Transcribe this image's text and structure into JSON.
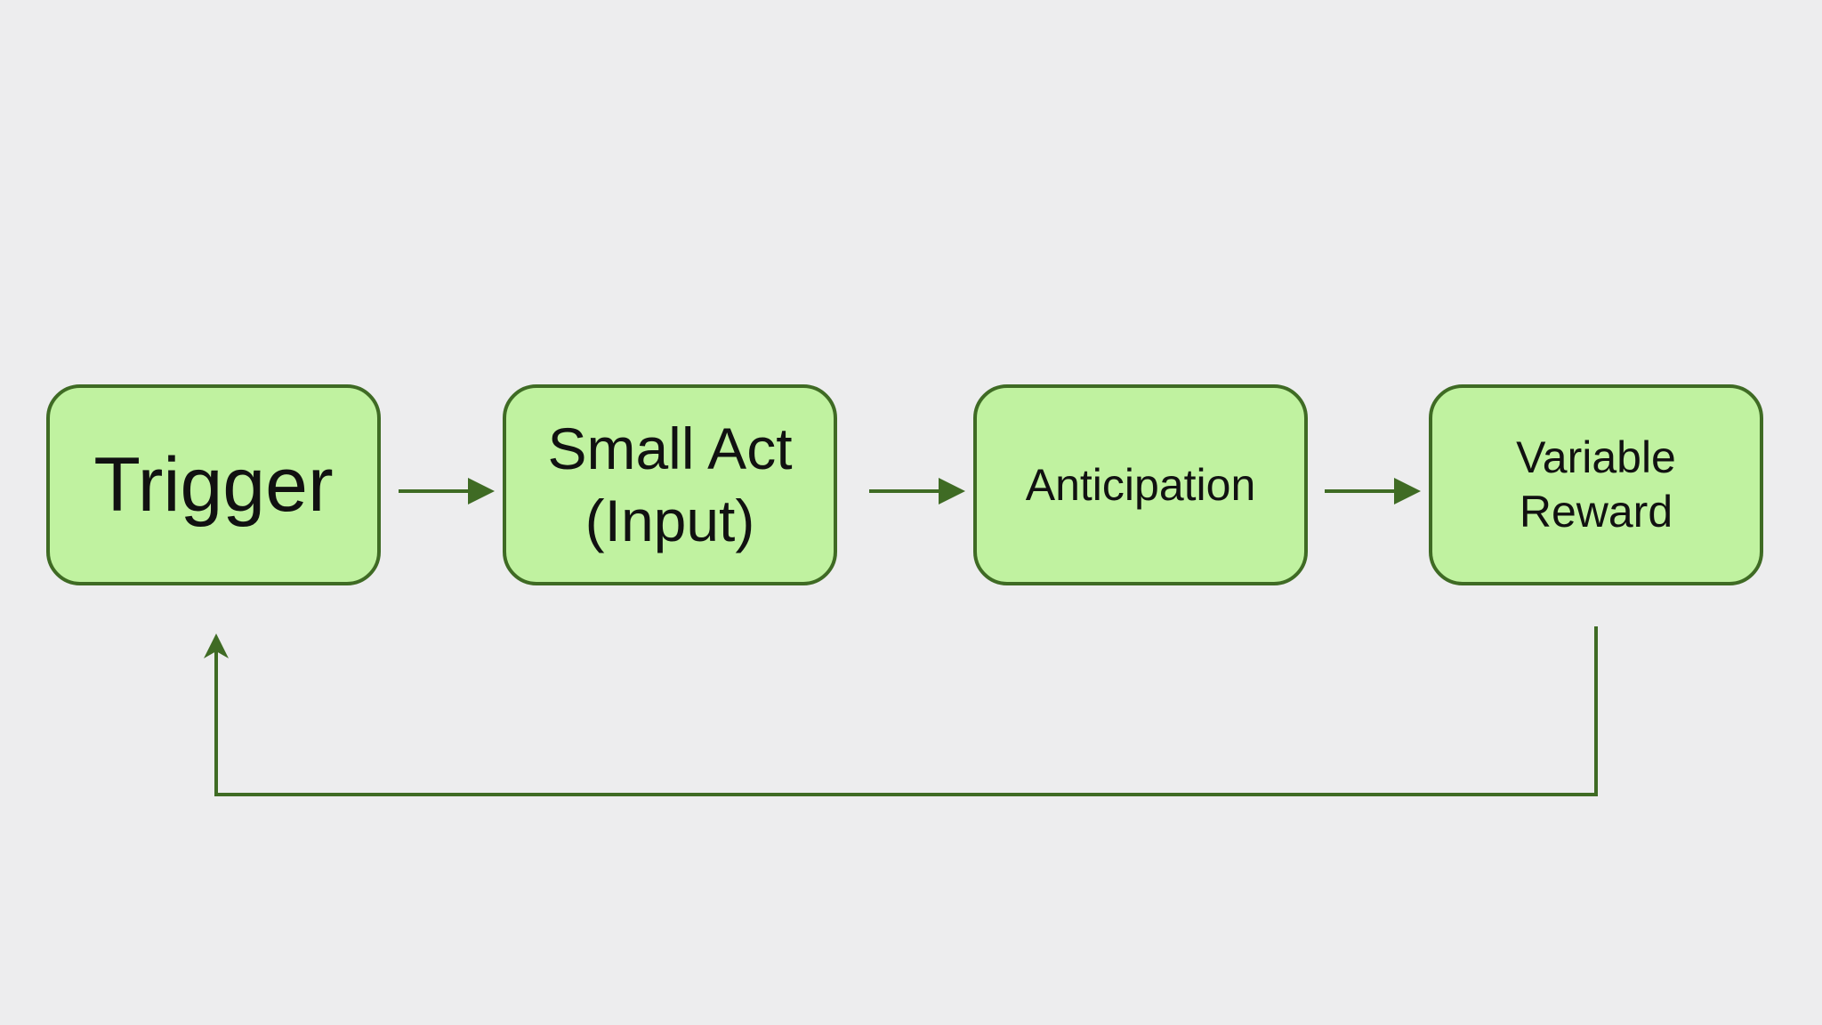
{
  "diagram": {
    "steps": [
      {
        "id": "trigger",
        "label": "Trigger"
      },
      {
        "id": "small_act",
        "label": "Small Act\n(Input)"
      },
      {
        "id": "anticipation",
        "label": "Anticipation"
      },
      {
        "id": "variable_reward",
        "label": "Variable\nReward"
      }
    ],
    "colors": {
      "background": "#ededee",
      "box_fill": "#c0f2a0",
      "box_border": "#3f6b24",
      "arrow": "#3f6b24",
      "text": "#111111"
    }
  }
}
